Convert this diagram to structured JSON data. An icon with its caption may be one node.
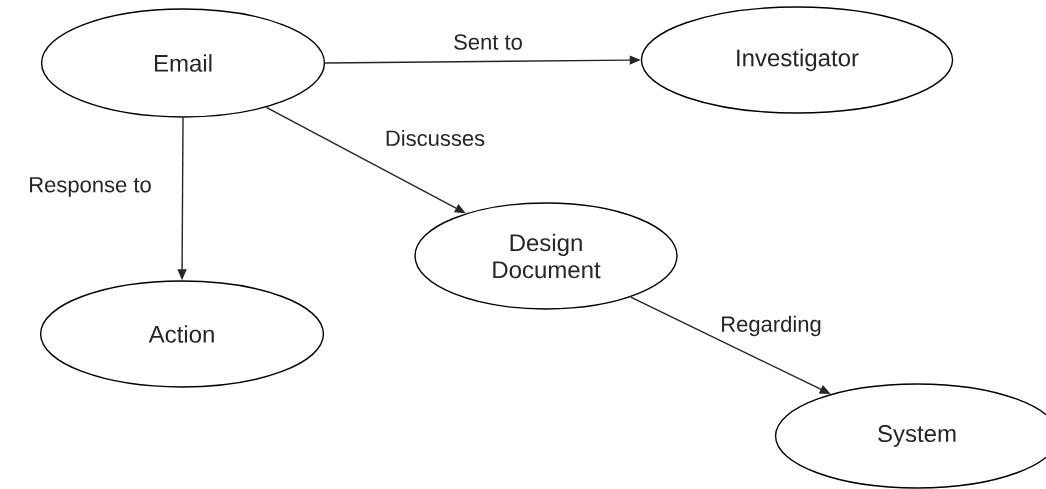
{
  "diagram": {
    "nodes": [
      {
        "text": [
          "Email"
        ]
      },
      {
        "text": [
          "Investigator"
        ]
      },
      {
        "text": [
          "Design Document"
        ]
      },
      {
        "text": [
          "Action"
        ]
      },
      {
        "text": [
          "System"
        ]
      }
    ],
    "edges": [
      {
        "from": 0,
        "to": 1,
        "arrow": "to",
        "label": "Sent to"
      },
      {
        "from": 0,
        "to": 2,
        "arrow": "to",
        "label": "Discusses"
      },
      {
        "from": 0,
        "to": 3,
        "arrow": "to",
        "label": "Response to"
      },
      {
        "from": 2,
        "to": 4,
        "arrow": "to",
        "label": "Regarding"
      }
    ]
  }
}
